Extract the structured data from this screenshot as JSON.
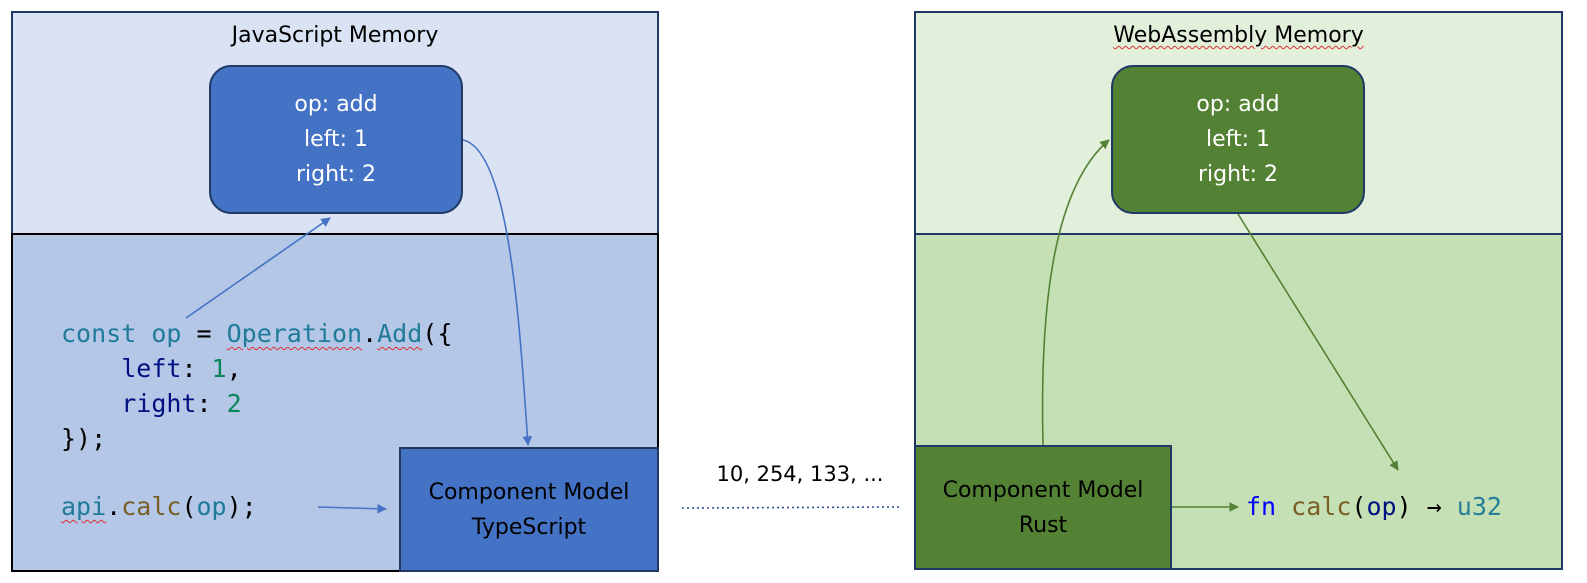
{
  "js": {
    "memory_title": "JavaScript Memory",
    "object": {
      "line1": "op: add",
      "line2": "left: 1",
      "line3": "right: 2"
    },
    "code": {
      "l1": {
        "kw": "const",
        "sp1": " ",
        "var": "op",
        "eq": " = ",
        "cls": "Operation",
        "dot": ".",
        "fn": "Add",
        "open": "({"
      },
      "l2": {
        "indent": "    ",
        "prop": "left",
        "colon": ": ",
        "num": "1",
        "comma": ","
      },
      "l3": {
        "indent": "    ",
        "prop": "right",
        "colon": ": ",
        "num": "2"
      },
      "l4": {
        "close": "});"
      },
      "call": {
        "obj": "api",
        "dot": ".",
        "fn": "calc",
        "open": "(",
        "arg": "op",
        "close": ");"
      }
    },
    "component": {
      "line1": "Component Model",
      "line2": "TypeScript"
    }
  },
  "transfer": {
    "bytes": "10, 254, 133, ..."
  },
  "wasm": {
    "memory_title": "WebAssembly Memory",
    "object": {
      "line1": "op: add",
      "line2": "left: 1",
      "line3": "right: 2"
    },
    "component": {
      "line1": "Component Model",
      "line2": "Rust"
    },
    "fn_sig": {
      "kw": "fn",
      "sp1": " ",
      "name": "calc",
      "open": "(",
      "arg": "op",
      "close": ")",
      "arrow": " → ",
      "ret": "u32"
    }
  },
  "colors": {
    "js_memory_bg": "#dae3f3",
    "js_code_bg": "#b4c7e7",
    "js_accent": "#4472c4",
    "wasm_memory_bg": "#e2efda",
    "wasm_code_bg": "#c5e0b4",
    "wasm_accent": "#548235"
  }
}
